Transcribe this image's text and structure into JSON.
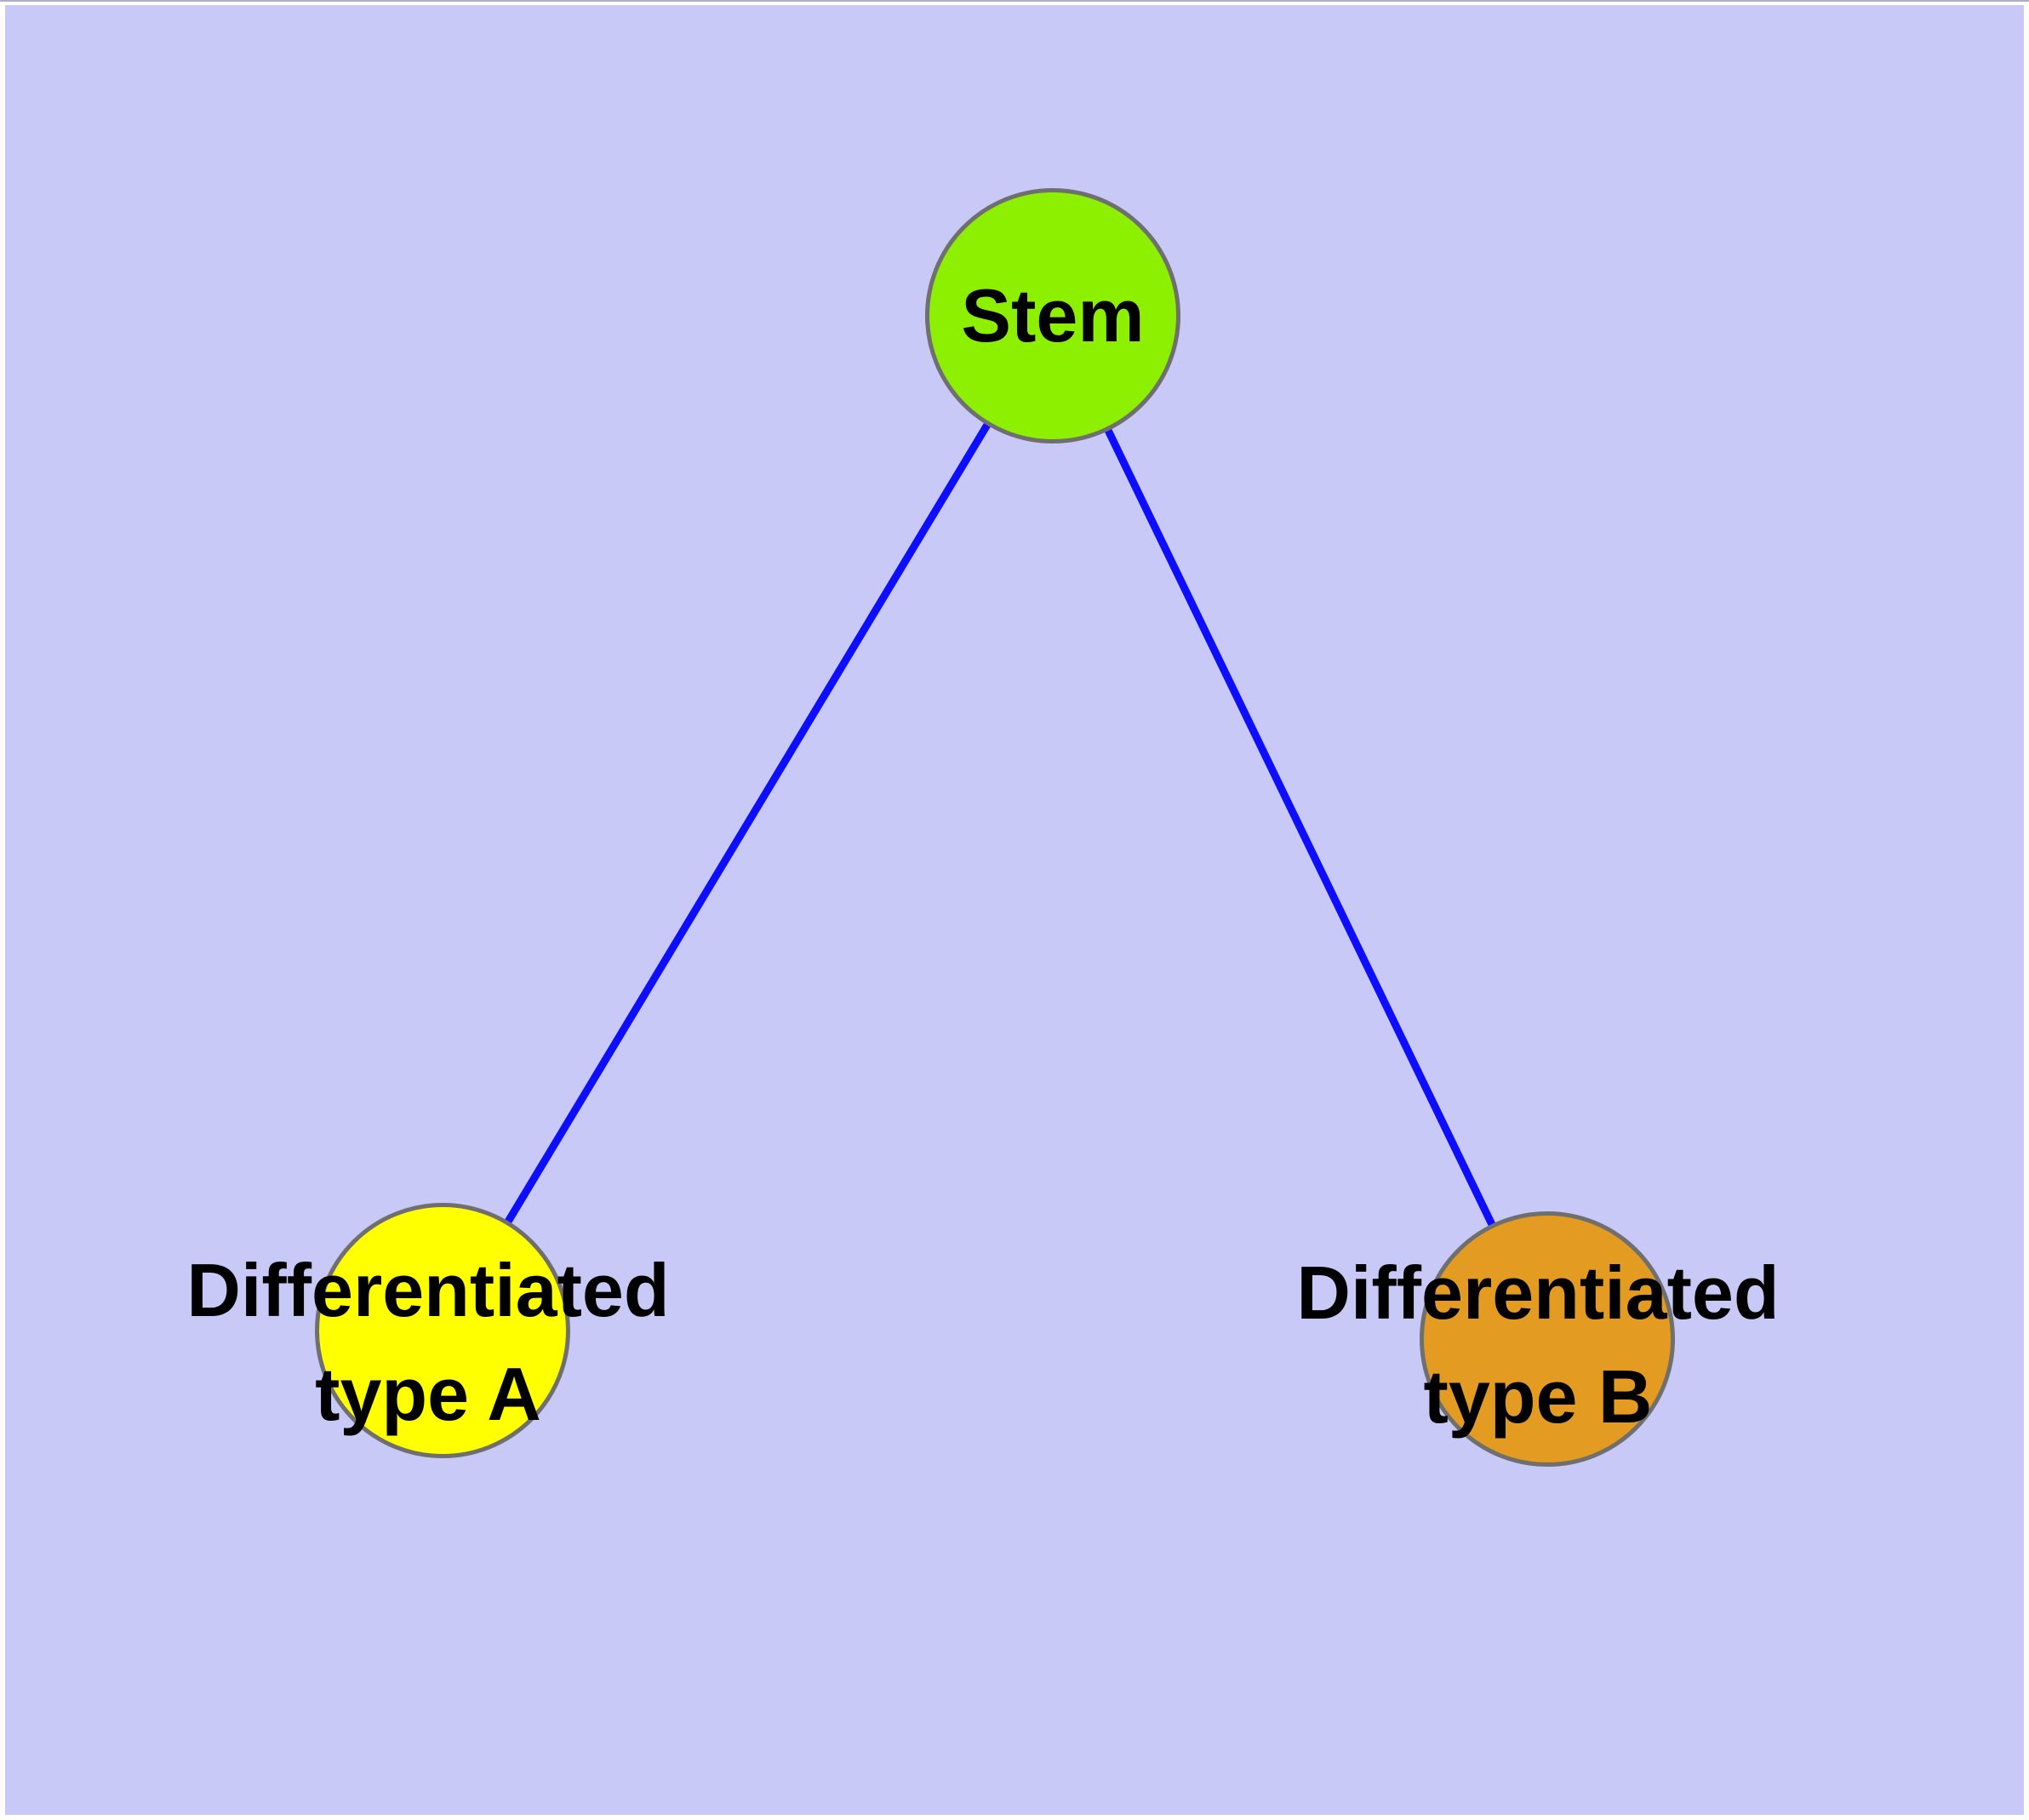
{
  "diagram": {
    "type": "node-link-graph",
    "description": "Cell differentiation graph: one stem node connected to two differentiated type nodes",
    "colors": {
      "background": "#c9c9f8",
      "page_margin": "#ffffff",
      "node_border": "#6f6f6f",
      "edge": "#0d0dff",
      "label_text": "#000000"
    },
    "nodes": [
      {
        "id": "stem",
        "label_lines": [
          "Stem"
        ],
        "fill": "#8df000"
      },
      {
        "id": "type-a",
        "label_lines": [
          "Differentiated",
          "type A"
        ],
        "fill": "#ffff00"
      },
      {
        "id": "type-b",
        "label_lines": [
          "Differentiated",
          "type B"
        ],
        "fill": "#e49b22"
      }
    ],
    "edges": [
      {
        "from": "Stem",
        "to": "Differentiated type A"
      },
      {
        "from": "Stem",
        "to": "Differentiated type B"
      }
    ]
  }
}
